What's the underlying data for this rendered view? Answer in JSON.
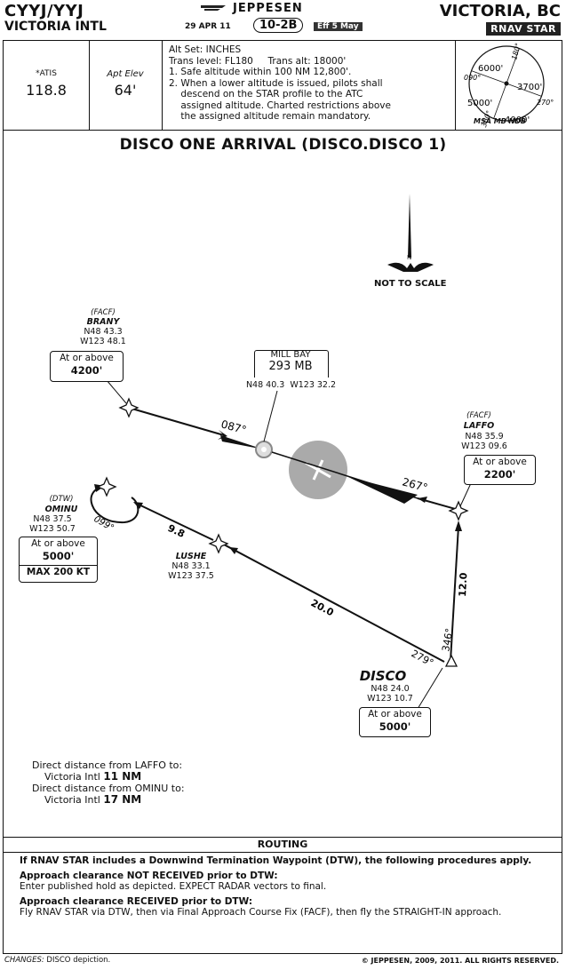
{
  "header": {
    "airport_id": "CYYJ/YYJ",
    "airport_name": "VICTORIA INTL",
    "brand": "JEPPESEN",
    "date": "29 APR 11",
    "page_number": "10-2B",
    "effective": "Eff 5 May",
    "city": "VICTORIA, BC",
    "procedure_type": "RNAV STAR"
  },
  "info": {
    "atis_label": "*ATIS",
    "atis_freq": "118.8",
    "elev_label": "Apt Elev",
    "elev_value": "64'",
    "notes": [
      "Alt Set: INCHES",
      "Trans level: FL180     Trans alt: 18000'",
      "1. Safe altitude within 100 NM 12,800'.",
      "2. When a lower altitude is issued, pilots shall",
      "    descend on the STAR profile to the ATC",
      "    assigned altitude. Charted restrictions above",
      "    the assigned altitude remain mandatory."
    ],
    "msa": {
      "label": "MSA MB NDB",
      "sectors": [
        "6000'",
        "3700'",
        "4000'",
        "5000'"
      ],
      "bearings": [
        "180°",
        "270°",
        "360°",
        "090°"
      ]
    }
  },
  "title": "DISCO ONE ARRIVAL (DISCO.DISCO 1)",
  "not_to_scale": "NOT TO SCALE",
  "north_label": "N",
  "fixes": {
    "brany": {
      "role": "(FACF)",
      "name": "BRANY",
      "lat": "N48 43.3",
      "lon": "W123 48.1",
      "alt_prefix": "At or above",
      "alt": "4200'"
    },
    "laffo": {
      "role": "(FACF)",
      "name": "LAFFO",
      "lat": "N48 35.9",
      "lon": "W123 09.6",
      "alt_prefix": "At or above",
      "alt": "2200'"
    },
    "ominu": {
      "role": "(DTW)",
      "name": "OMINU",
      "lat": "N48 37.5",
      "lon": "W123 50.7",
      "alt_prefix": "At or above",
      "alt": "5000'",
      "speed": "MAX 200 KT"
    },
    "lushe": {
      "name": "LUSHE",
      "lat": "N48 33.1",
      "lon": "W123 37.5"
    },
    "disco": {
      "name": "DISCO",
      "lat": "N48 24.0",
      "lon": "W123 10.7",
      "alt_prefix": "At or above",
      "alt": "5000'"
    }
  },
  "navaid": {
    "name": "MILL BAY",
    "freq": "293 MB",
    "lat_lon": "N48 40.3  W123 32.2"
  },
  "legs": {
    "brany_course": "087°",
    "laffo_course": "267°",
    "disco_laffo_course": "346°",
    "disco_laffo_dist": "12.0",
    "disco_lushe_course": "279°",
    "disco_lushe_dist": "20.0",
    "lushe_ominu_dist": "9.8",
    "hold_course": "099°"
  },
  "distances": {
    "line1": "Direct distance from LAFFO to:",
    "line2_prefix": "Victoria Intl",
    "line2_value": "11 NM",
    "line3": "Direct distance from OMINU to:",
    "line4_prefix": "Victoria Intl",
    "line4_value": "17 NM"
  },
  "routing": {
    "heading": "ROUTING",
    "p1": "If RNAV STAR includes a Downwind Termination Waypoint (DTW), the following procedures apply.",
    "p2_head": "Approach clearance NOT RECEIVED prior to DTW:",
    "p2_body": "Enter published hold as depicted. EXPECT RADAR vectors to final.",
    "p3_head": "Approach clearance RECEIVED prior to DTW:",
    "p3_body": "Fly RNAV STAR via DTW, then via Final Approach Course Fix (FACF), then fly the STRAIGHT-IN approach."
  },
  "footer": {
    "changes_label": "CHANGES:",
    "changes_text": "DISCO depiction.",
    "copyright": "© JEPPESEN, 2009, 2011. ALL RIGHTS RESERVED."
  }
}
